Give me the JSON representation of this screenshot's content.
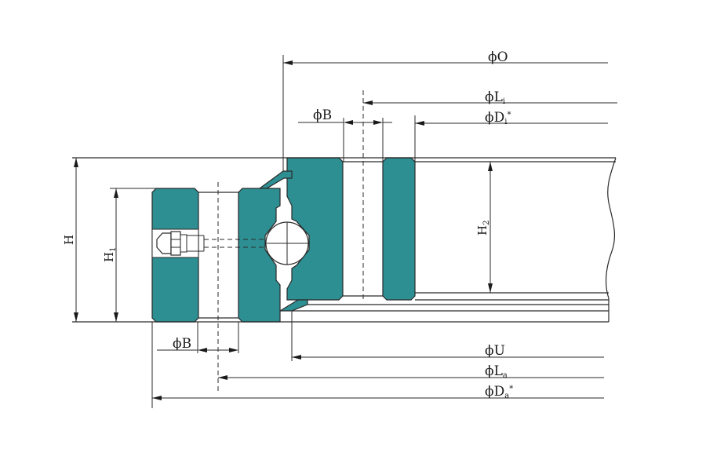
{
  "dimensions": {
    "O": {
      "symbol": "ϕ",
      "letter": "O"
    },
    "Li": {
      "symbol": "ϕ",
      "letter": "L",
      "sub": "i"
    },
    "Di": {
      "symbol": "ϕ",
      "letter": "D",
      "sub": "i",
      "sup": "*"
    },
    "B_top": {
      "symbol": "ϕ",
      "letter": "B"
    },
    "B_bottom": {
      "symbol": "ϕ",
      "letter": "B"
    },
    "U": {
      "symbol": "ϕ",
      "letter": "U"
    },
    "La": {
      "symbol": "ϕ",
      "letter": "L",
      "sub": "a"
    },
    "Da": {
      "symbol": "ϕ",
      "letter": "D",
      "sub": "a",
      "sup": "*"
    },
    "H": {
      "letter": "H"
    },
    "H1": {
      "letter": "H",
      "sub": "1"
    },
    "H2": {
      "letter": "H",
      "sub": "2"
    }
  },
  "colors": {
    "ring_fill": "#2e8f93",
    "line": "#2a2a2a"
  }
}
